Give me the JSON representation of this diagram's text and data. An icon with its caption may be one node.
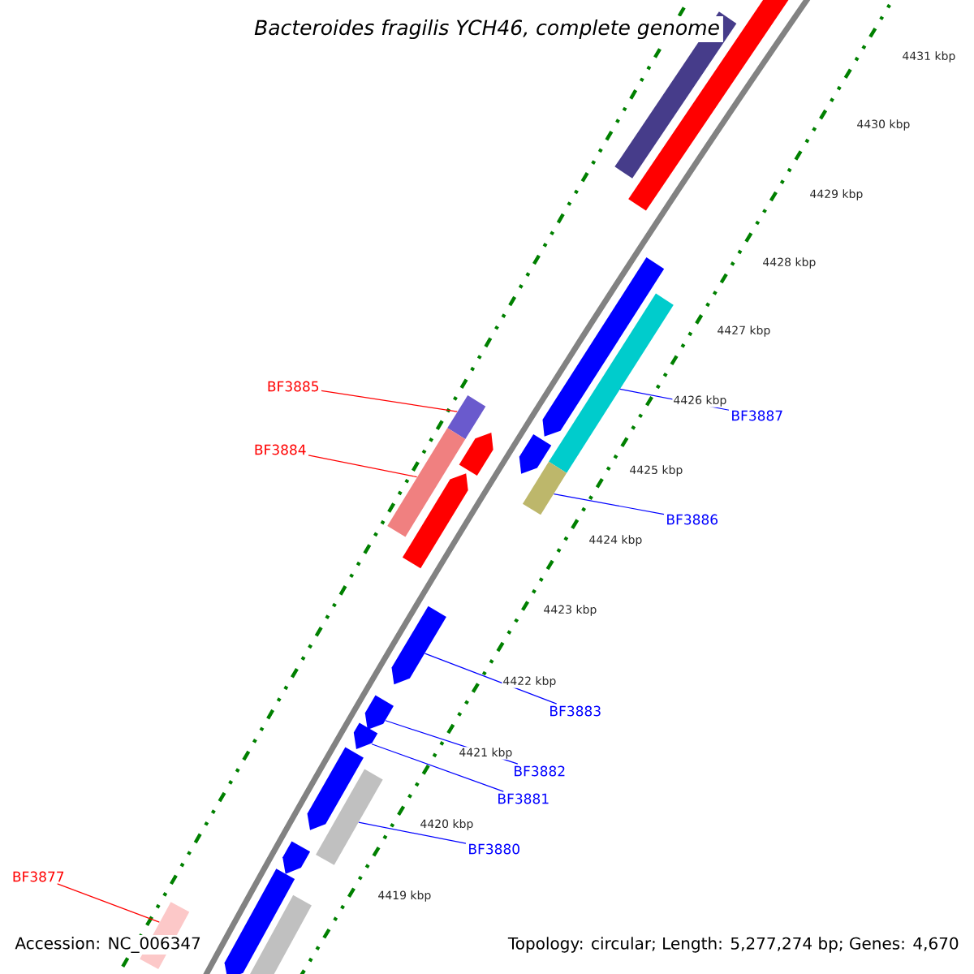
{
  "diagram": {
    "title": "Bacteroides fragilis YCH46, complete genome",
    "nodes": [
      {
        "text": [
          "BF3885"
        ]
      },
      {
        "text": [
          "BF3884"
        ]
      },
      {
        "text": [
          "BF3887"
        ]
      },
      {
        "text": [
          "BF3886"
        ]
      },
      {
        "text": [
          "BF3883"
        ]
      },
      {
        "text": [
          "BF3882"
        ]
      },
      {
        "text": [
          "BF3881"
        ]
      },
      {
        "text": [
          "BF3880"
        ]
      },
      {
        "text": [
          "BF3877"
        ]
      },
      {
        "text": [],
        "shape": "bar"
      },
      {
        "text": [],
        "shape": "bar"
      },
      {
        "text": [],
        "shape": "bar"
      },
      {
        "text": [],
        "shape": "bar"
      },
      {
        "text": [],
        "shape": "bar"
      },
      {
        "text": [],
        "shape": "bar"
      },
      {
        "text": [],
        "shape": "bar"
      },
      {
        "text": [],
        "shape": "bar"
      },
      {
        "text": [],
        "shape": "bar"
      },
      {
        "text": [],
        "shape": "bar"
      },
      {
        "text": [],
        "shape": "bar"
      },
      {
        "text": [],
        "shape": "bar"
      },
      {
        "text": [],
        "shape": "bar"
      },
      {
        "text": [],
        "shape": "bar"
      },
      {
        "text": [],
        "shape": "bar"
      },
      {
        "text": [],
        "shape": "bar"
      },
      {
        "text": [],
        "shape": "bar"
      },
      {
        "text": [],
        "shape": "bar"
      },
      {
        "text": [],
        "shape": "bar"
      }
    ],
    "edges": [
      {
        "from": 0,
        "to": 14,
        "arrow": "none",
        "color": "#ff0000"
      },
      {
        "from": 1,
        "to": 17,
        "arrow": "none",
        "color": "#ff0000"
      },
      {
        "from": 2,
        "to": 12,
        "arrow": "none"
      },
      {
        "from": 3,
        "to": 15,
        "arrow": "none"
      },
      {
        "from": 4,
        "to": 19,
        "arrow": "none"
      },
      {
        "from": 5,
        "to": 20,
        "arrow": "none"
      },
      {
        "from": 6,
        "to": 21,
        "arrow": "none"
      },
      {
        "from": 7,
        "to": 23,
        "arrow": "none"
      },
      {
        "from": 8,
        "to": 27,
        "arrow": "none",
        "color": "#ff0000"
      }
    ],
    "labels": [
      "4431 kbp",
      "4430 kbp",
      "4429 kbp",
      "4428 kbp",
      "4427 kbp",
      "4426 kbp",
      "4425 kbp",
      "4424 kbp",
      "4423 kbp",
      "4422 kbp",
      "4421 kbp",
      "4420 kbp",
      "4419 kbp",
      "Accession: NC_006347",
      "Topology: circular; Length: 5,277,274 bp; Genes: 4,670"
    ]
  }
}
